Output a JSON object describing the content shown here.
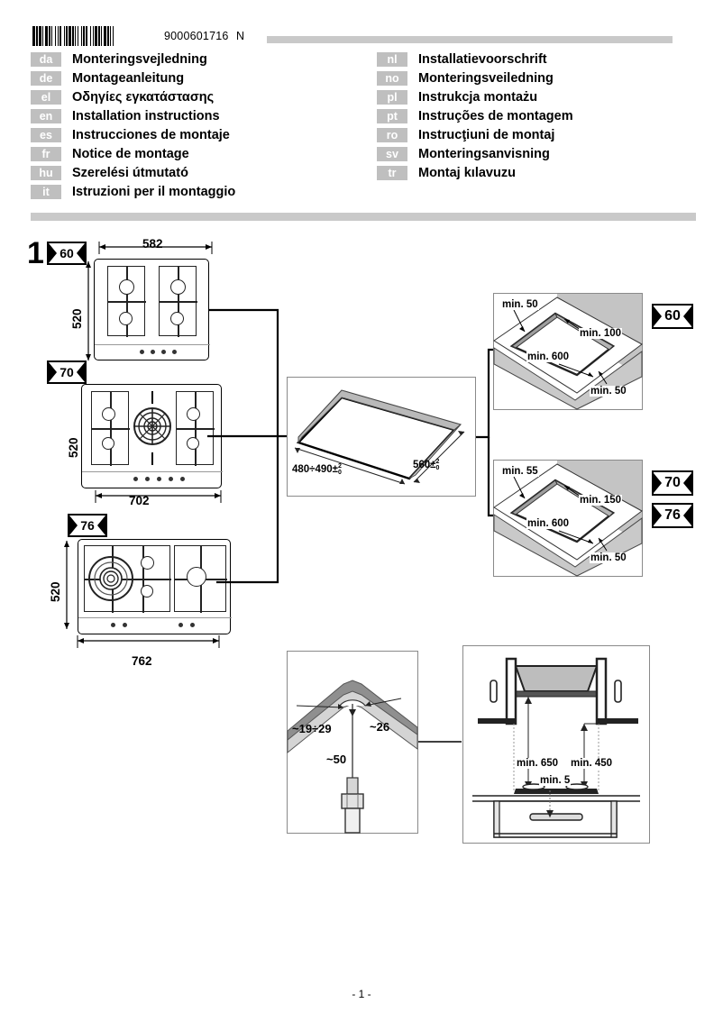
{
  "header": {
    "barcode_number": "9000601716",
    "barcode_suffix": "N"
  },
  "languages": {
    "left": [
      {
        "code": "da",
        "title": "Monteringsvejledning"
      },
      {
        "code": "de",
        "title": "Montageanleitung"
      },
      {
        "code": "el",
        "title": "Οδηγίες εγκατάστασης"
      },
      {
        "code": "en",
        "title": "Installation instructions"
      },
      {
        "code": "es",
        "title": "Instrucciones de montaje"
      },
      {
        "code": "fr",
        "title": "Notice de montage"
      },
      {
        "code": "hu",
        "title": " Szerelési útmutató"
      },
      {
        "code": "it",
        "title": "Istruzioni per il montaggio"
      }
    ],
    "right": [
      {
        "code": "nl",
        "title": "Installatievoorschrift"
      },
      {
        "code": "no",
        "title": "Monteringsveiledning"
      },
      {
        "code": "pl",
        "title": "Instrukcja montażu"
      },
      {
        "code": "pt",
        "title": "Instruções de montagem"
      },
      {
        "code": "ro",
        "title": "Instrucţiuni de montaj"
      },
      {
        "code": "sv",
        "title": "Monteringsanvisning"
      },
      {
        "code": "tr",
        "title": "Montaj kılavuzu"
      }
    ]
  },
  "figure": {
    "step_number": "1",
    "hobs": [
      {
        "badge": "60",
        "width_label": "582",
        "height_label": "520",
        "knobs": 4
      },
      {
        "badge": "70",
        "width_label": "702",
        "height_label": "520",
        "knobs": 5
      },
      {
        "badge": "76",
        "width_label": "762",
        "height_label": "520",
        "knobs": 4
      }
    ],
    "cutout": {
      "depth_label": "480÷490±",
      "depth_tol_up": "2",
      "depth_tol_down": "0",
      "width_label": "560±",
      "width_tol_up": "2",
      "width_tol_down": "0"
    },
    "clearance_top": {
      "badges": [
        "60"
      ],
      "labels": {
        "rear_side": "min. 50",
        "rear_wall": "min. 100",
        "worktop_width": "min. 600",
        "front_side": "min. 50"
      }
    },
    "clearance_bottom": {
      "badges": [
        "70",
        "76"
      ],
      "labels": {
        "rear_side": "min. 55",
        "rear_wall": "min. 150",
        "worktop_width": "min. 600",
        "front_side": "min. 50"
      }
    },
    "gas_connection": {
      "left_label": "~19÷29",
      "right_label": "~26",
      "drop_label": "~50"
    },
    "hood_clearance": {
      "hood_height": "min. 650",
      "side_height": "min. 450",
      "under_hob": "min. 5"
    }
  },
  "footer": {
    "page": "- 1 -"
  },
  "colors": {
    "badge_gray": "#bfbfbf",
    "bar_gray": "#c9c9c9",
    "shade_gray": "#c0c0c0"
  }
}
